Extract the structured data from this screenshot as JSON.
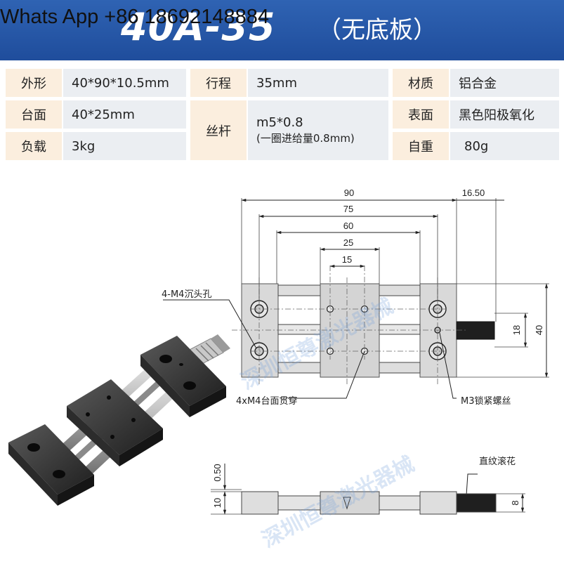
{
  "header": {
    "title": "40A-35",
    "subtitle": "（无底板）",
    "watermark": "Whats App +86 18692148884"
  },
  "specs": {
    "r1": {
      "l1": "外形",
      "v1": "40*90*10.5mm",
      "l2": "行程",
      "v2": "35mm",
      "l3": "材质",
      "v3": "铝合金"
    },
    "r2": {
      "l1": "台面",
      "v1": "40*25mm",
      "l2": "丝杆",
      "v2a": "m5*0.8",
      "v2b": "(一圈进给量0.8mm)",
      "l3": "表面",
      "v3": "黑色阳极氧化"
    },
    "r3": {
      "l1": "负载",
      "v1": "3kg",
      "l3": "自重",
      "v3": "80g"
    }
  },
  "dims": {
    "d90": "90",
    "d75": "75",
    "d60": "60",
    "d25": "25",
    "d15": "15",
    "d1650": "16.50",
    "d18": "18",
    "d40": "40",
    "d050": "0.50",
    "d10": "10",
    "d8": "8"
  },
  "annotations": {
    "m4_counterbore": "4-M4沉头孔",
    "m4_through": "4xM4台面贯穿",
    "m3_set": "M3锁紧螺丝",
    "knurl": "直纹滚花"
  },
  "watermark_cn": "深圳恒尊激光器械",
  "colors": {
    "header": "#2456a8",
    "label_bg": "#fbeede",
    "value_bg": "#ebeef2"
  }
}
